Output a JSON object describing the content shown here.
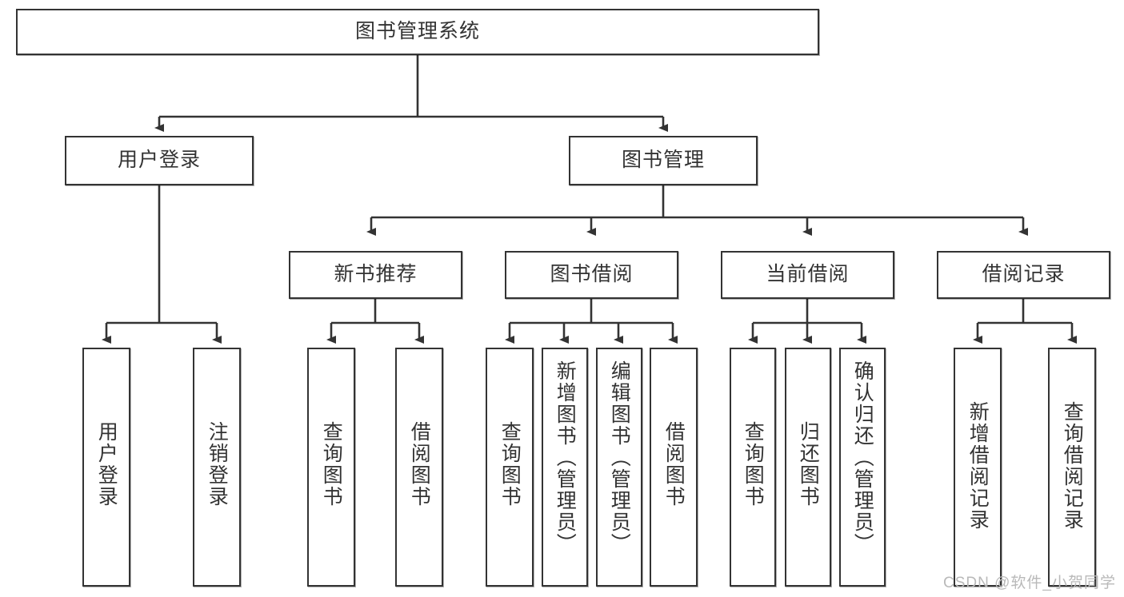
{
  "diagram": {
    "type": "tree",
    "title": "图书管理系统",
    "watermark": "CSDN @软件_小贺同学",
    "colors": {
      "stroke": "#333333",
      "fill": "#ffffff",
      "text": "#333333",
      "watermark": "#b9b9b9"
    },
    "root": {
      "label": "图书管理系统"
    },
    "level2": [
      {
        "label": "用户登录"
      },
      {
        "label": "图书管理"
      }
    ],
    "level3": [
      {
        "label": "新书推荐"
      },
      {
        "label": "图书借阅"
      },
      {
        "label": "当前借阅"
      },
      {
        "label": "借阅记录"
      }
    ],
    "leaves": {
      "user_login": [
        {
          "label": "用户登录"
        },
        {
          "label": "注销登录"
        }
      ],
      "new_book": [
        {
          "label": "查询图书"
        },
        {
          "label": "借阅图书"
        }
      ],
      "book_borrow": [
        {
          "label": "查询图书"
        },
        {
          "label": "新增图书（管理员）"
        },
        {
          "label": "编辑图书（管理员）"
        },
        {
          "label": "借阅图书"
        }
      ],
      "current_borrow": [
        {
          "label": "查询图书"
        },
        {
          "label": "归还图书"
        },
        {
          "label": "确认归还（管理员）"
        }
      ],
      "borrow_record": [
        {
          "label": "新增借阅记录"
        },
        {
          "label": "查询借阅记录"
        }
      ]
    }
  }
}
